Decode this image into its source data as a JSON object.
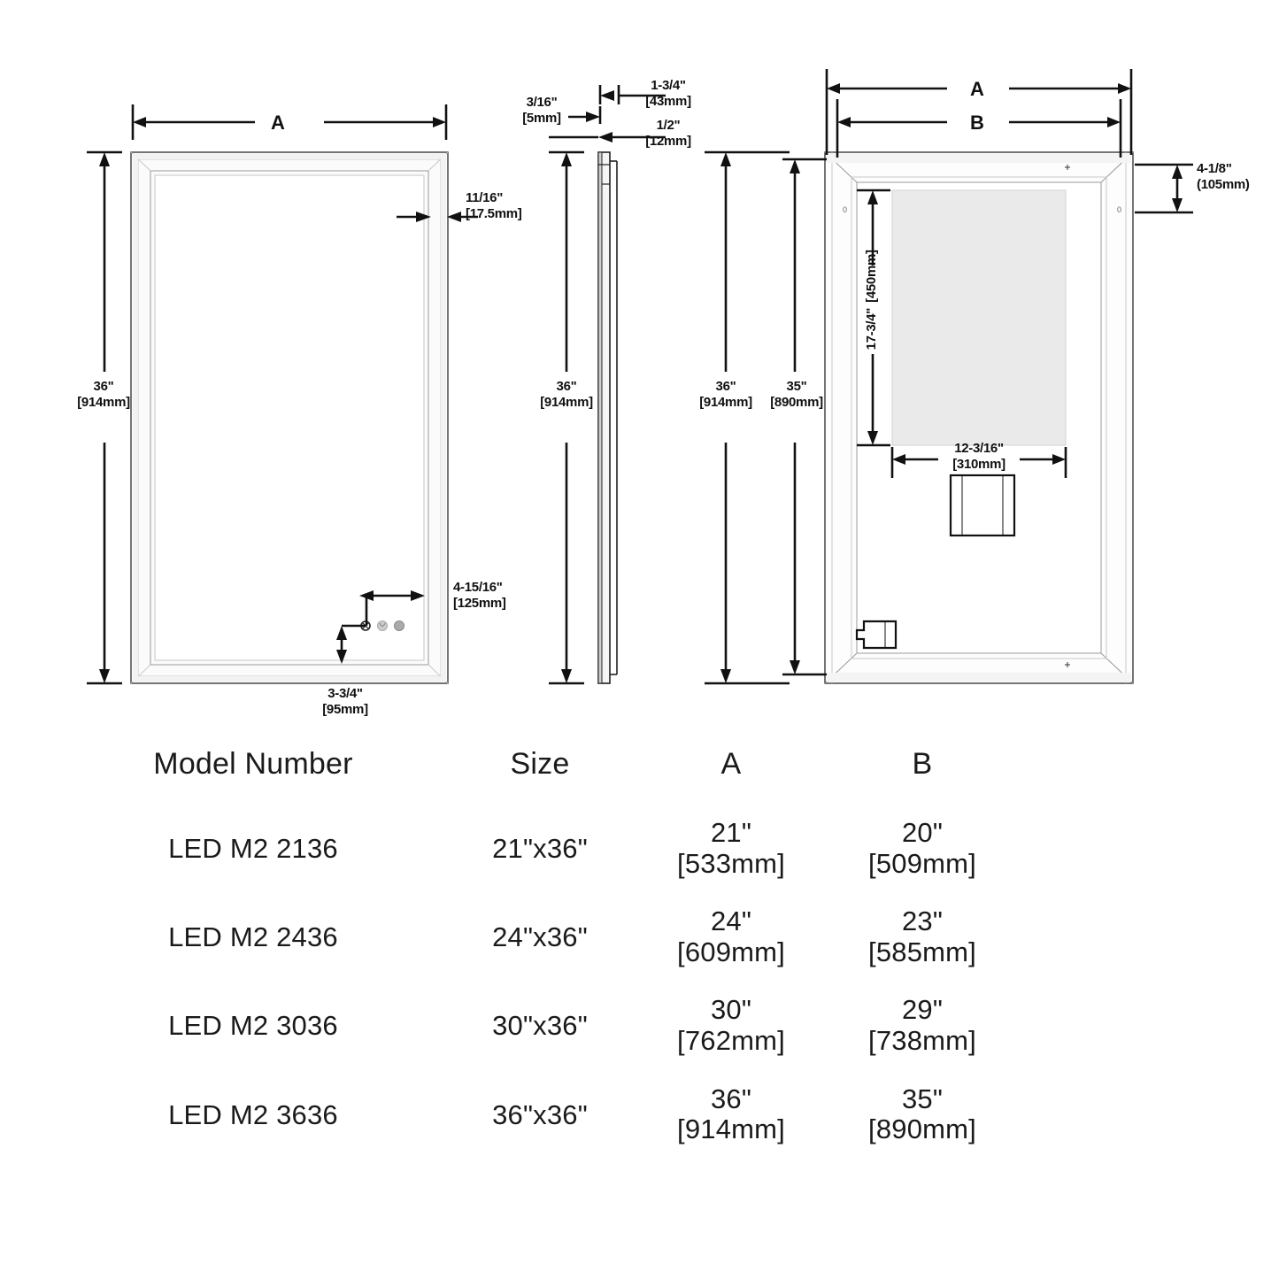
{
  "drawing": {
    "title": "LED M2 mirror dimension drawing",
    "views": {
      "front": {
        "name": "front-elevation",
        "width_label": "A",
        "height": {
          "inch": "36\"",
          "mm": "[914mm]"
        },
        "frame_thickness": {
          "inch": "11/16\"",
          "mm": "[17.5mm]"
        },
        "switch_from_side": {
          "inch": "4-15/16\"",
          "mm": "[125mm]"
        },
        "switch_from_bottom": {
          "inch": "3-3/4\"",
          "mm": "[95mm]"
        }
      },
      "side": {
        "name": "side-section",
        "height": {
          "inch": "36\"",
          "mm": "[914mm]"
        },
        "glass_thickness": {
          "inch": "3/16\"",
          "mm": "[5mm]"
        },
        "overall_depth": {
          "inch": "1-3/4\"",
          "mm": "[43mm]"
        },
        "frame_depth": {
          "inch": "1/2\"",
          "mm": "[12mm]"
        }
      },
      "back": {
        "name": "back-elevation",
        "width_outer_label": "A",
        "width_inner_label": "B",
        "height_outer": {
          "inch": "36\"",
          "mm": "[914mm]"
        },
        "height_inner": {
          "inch": "35\"",
          "mm": "[890mm]"
        },
        "top_offset": {
          "inch": "4-1/8\"",
          "mm": "(105mm)"
        },
        "backplate_height": {
          "inch": "17-3/4\"",
          "mm": "[450mm]"
        },
        "backplate_width": {
          "inch": "12-3/16\"",
          "mm": "[310mm]"
        }
      }
    }
  },
  "table": {
    "name": "model-specification-table",
    "headers": [
      "Model Number",
      "Size",
      "A",
      "B"
    ],
    "rows": [
      {
        "model": "LED M2 2136",
        "size": "21\"x36\"",
        "a_inch": "21\"",
        "a_mm": "[533mm]",
        "b_inch": "20\"",
        "b_mm": "[509mm]"
      },
      {
        "model": "LED M2 2436",
        "size": "24\"x36\"",
        "a_inch": "24\"",
        "a_mm": "[609mm]",
        "b_inch": "23\"",
        "b_mm": "[585mm]"
      },
      {
        "model": "LED M2 3036",
        "size": "30\"x36\"",
        "a_inch": "30\"",
        "a_mm": "[762mm]",
        "b_inch": "29\"",
        "b_mm": "[738mm]"
      },
      {
        "model": "LED M2 3636",
        "size": "36\"x36\"",
        "a_inch": "36\"",
        "a_mm": "[914mm]",
        "b_inch": "35\"",
        "b_mm": "[890mm]"
      }
    ]
  },
  "colors": {
    "line": "#111111",
    "frame": "#3a3a3a",
    "glass_fill": "#eaeaea",
    "background": "#ffffff"
  }
}
